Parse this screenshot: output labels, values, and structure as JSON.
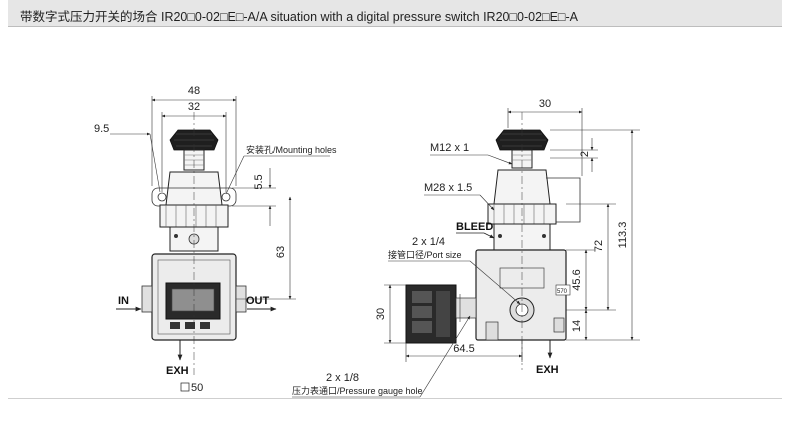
{
  "header": {
    "title": "带数字式压力开关的场合 IR20□0-02□E□-A/A situation with a digital pressure switch IR20□0-02□E□-A"
  },
  "front_view": {
    "dim_48": "48",
    "dim_32": "32",
    "dim_9_5": "9.5",
    "dim_5_5": "5.5",
    "dim_63": "63",
    "dim_50": "50",
    "mounting_holes": "安装孔/Mounting holes",
    "in_label": "IN",
    "out_label": "OUT",
    "exh_label": "EXH"
  },
  "side_view": {
    "dim_30": "30",
    "dim_2": "2",
    "dim_113_3": "113.3",
    "dim_72": "72",
    "dim_45_6": "45.6",
    "dim_14": "14",
    "dim_30_left": "30",
    "dim_64_5": "64.5",
    "m12": "M12 x 1",
    "m28": "M28 x 1.5",
    "bleed": "BLEED",
    "port_2_1_4": "2 x 1/4",
    "port_size": "接管口径/Port size",
    "gauge_2_1_8": "2 x 1/8",
    "gauge_hole": "压力表通口/Pressure gauge hole",
    "exh_label": "EXH",
    "tag": "570"
  }
}
